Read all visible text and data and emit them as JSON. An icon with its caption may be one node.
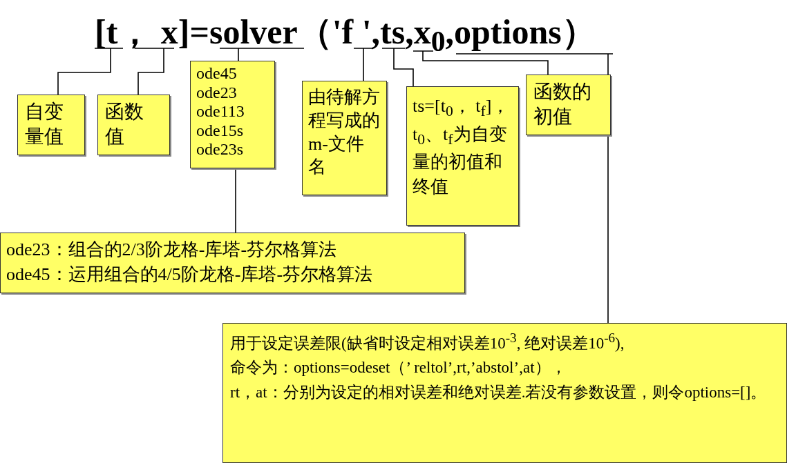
{
  "diagram": {
    "title": "[t， x]=solver（'f ',ts,x$_{0}$,options）",
    "nodes": [
      {
        "text": [
          "自变量值"
        ]
      },
      {
        "text": [
          "函数值"
        ]
      },
      {
        "text": [
          "ode45",
          "ode23",
          "ode113",
          "ode15s",
          "ode23s"
        ]
      },
      {
        "text": [
          "由待解方程写成的m-文件名"
        ]
      },
      {
        "text": [
          "ts=[t$_{0}$， t$_{f}$]，",
          "t$_{0}$、t$_{f}$为自变量的初值和终值"
        ]
      },
      {
        "text": [
          "函数的初值"
        ]
      },
      {
        "text": [
          "ode23：组合的2/3阶龙格-库塔-芬尔格算法",
          "ode45：运用组合的4/5阶龙格-库塔-芬尔格算法"
        ]
      },
      {
        "text": [
          "用于设定误差限(缺省时设定相对误差10$^{-3}$, 绝对误差10$^{-6}$),",
          "命令为：options=odeset（’ reltol’,rt,’abstol’,at），",
          "rt，at：分别为设定的相对误差和绝对误差.若没有参数设置，则令options=[]。"
        ]
      }
    ],
    "edges": [
      {
        "from": null,
        "to": 0,
        "arrow": "none"
      },
      {
        "from": null,
        "to": 1,
        "arrow": "none"
      },
      {
        "from": null,
        "to": 2,
        "arrow": "none"
      },
      {
        "from": null,
        "to": 3,
        "arrow": "none"
      },
      {
        "from": null,
        "to": 4,
        "arrow": "none"
      },
      {
        "from": null,
        "to": 5,
        "arrow": "none"
      },
      {
        "from": null,
        "to": 7,
        "arrow": "none"
      },
      {
        "from": 2,
        "to": 6,
        "arrow": "none"
      }
    ]
  }
}
